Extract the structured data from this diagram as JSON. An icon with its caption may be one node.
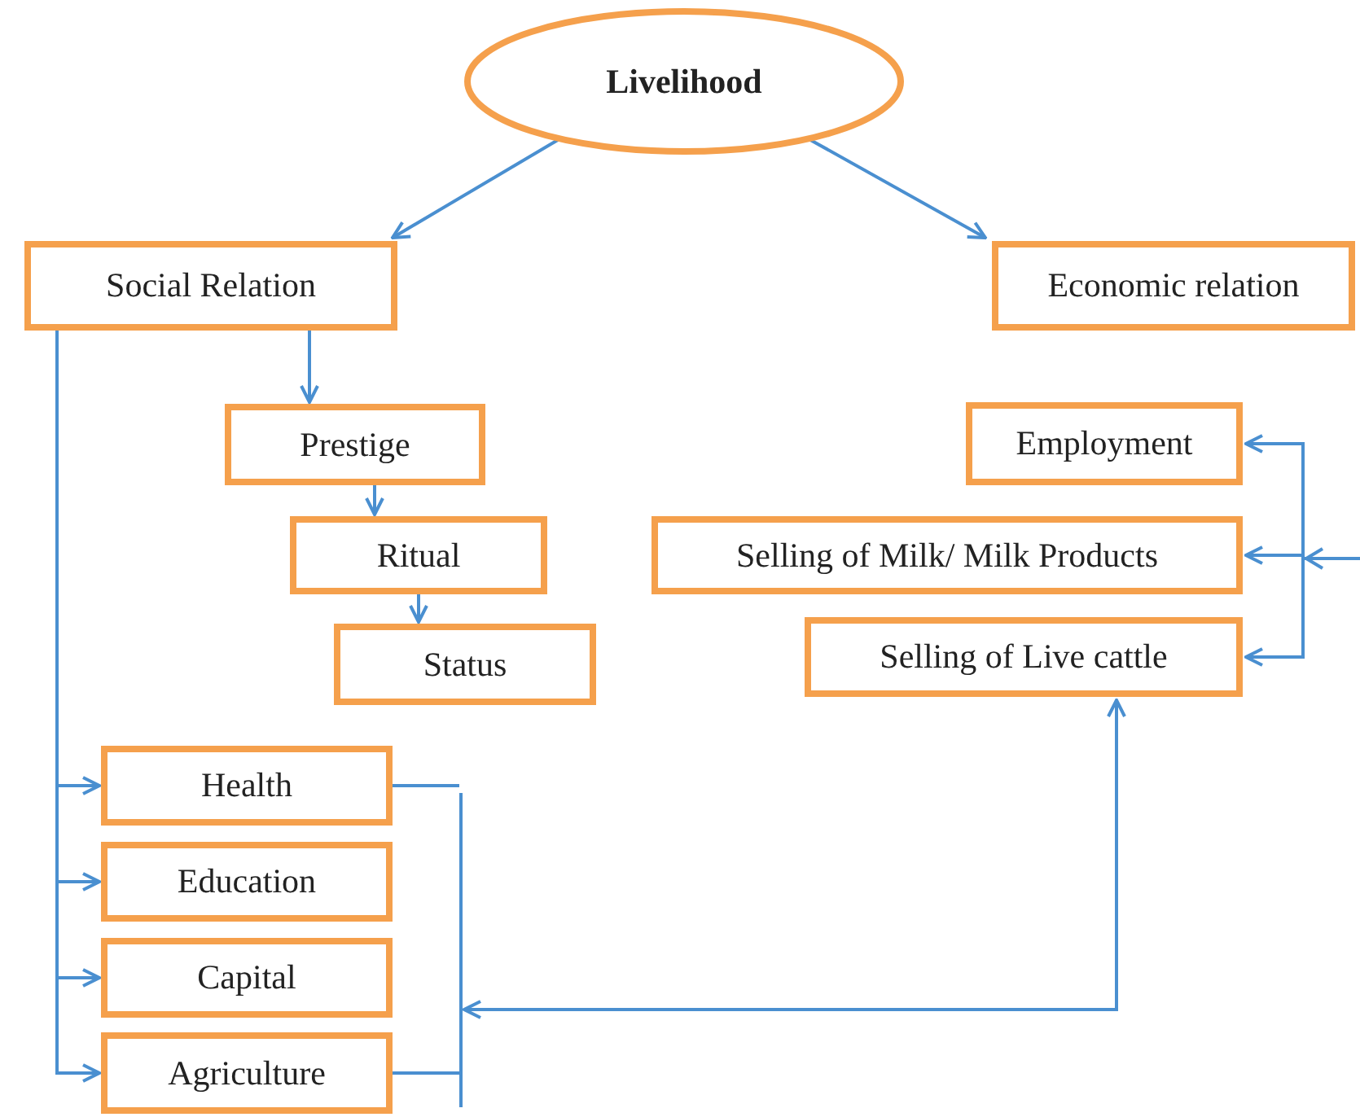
{
  "diagram": {
    "nodes": [
      {
        "text": [
          "Livelihood"
        ]
      },
      {
        "text": [
          "Social Relation"
        ]
      },
      {
        "text": [
          "Economic relation"
        ]
      },
      {
        "text": [
          "Prestige"
        ]
      },
      {
        "text": [
          "Ritual"
        ]
      },
      {
        "text": [
          "Status"
        ]
      },
      {
        "text": [
          "Employment"
        ]
      },
      {
        "text": [
          "Selling of Milk/ Milk Products"
        ]
      },
      {
        "text": [
          "Selling of Live cattle"
        ]
      },
      {
        "text": [
          "Health"
        ]
      },
      {
        "text": [
          "Education"
        ]
      },
      {
        "text": [
          "Capital"
        ]
      },
      {
        "text": [
          "Agriculture"
        ]
      },
      {
        "text": [],
        "shape": "bar"
      }
    ],
    "edges": [
      {
        "from": 0,
        "to": 1,
        "arrow": "to"
      },
      {
        "from": 0,
        "to": 2,
        "arrow": "to"
      },
      {
        "from": 1,
        "to": 3,
        "arrow": "to"
      },
      {
        "from": 3,
        "to": 4,
        "arrow": "to"
      },
      {
        "from": 4,
        "to": 5,
        "arrow": "to"
      },
      {
        "from": 1,
        "to": 9,
        "arrow": "to"
      },
      {
        "from": 1,
        "to": 10,
        "arrow": "to"
      },
      {
        "from": 1,
        "to": 11,
        "arrow": "to"
      },
      {
        "from": 1,
        "to": 12,
        "arrow": "to"
      },
      {
        "from": null,
        "to": 6,
        "arrow": "to"
      },
      {
        "from": null,
        "to": 7,
        "arrow": "to"
      },
      {
        "from": null,
        "to": 8,
        "arrow": "to"
      },
      {
        "from": 9,
        "to": 13,
        "arrow": "none"
      },
      {
        "from": 12,
        "to": 13,
        "arrow": "none"
      },
      {
        "from": 13,
        "to": 8,
        "arrow": "both"
      }
    ]
  }
}
